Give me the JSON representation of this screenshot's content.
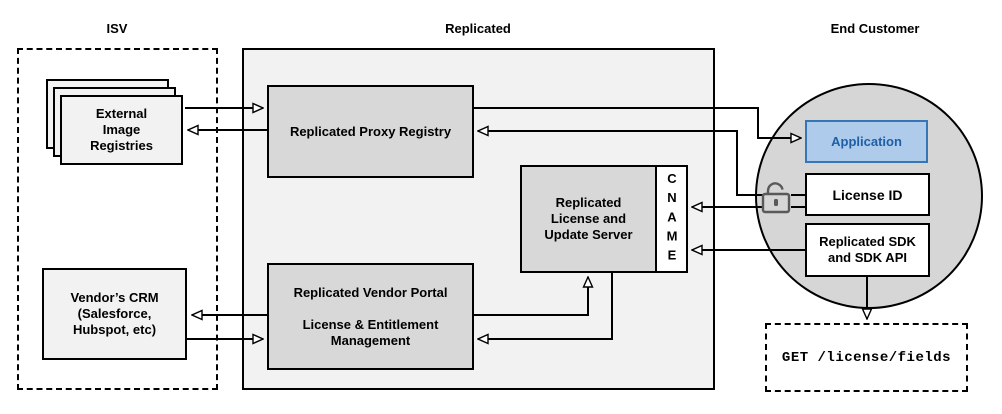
{
  "diagram": {
    "sections": {
      "isv": {
        "label": "ISV"
      },
      "replicated": {
        "label": "Replicated"
      },
      "end_customer": {
        "label": "End Customer"
      }
    },
    "nodes": {
      "external_registries": {
        "label": "External\nImage\nRegistries"
      },
      "vendors_crm": {
        "label": "Vendor’s CRM\n(Salesforce,\nHubspot, etc)"
      },
      "proxy_registry": {
        "label": "Replicated Proxy Registry"
      },
      "vendor_portal": {
        "label": "Replicated Vendor Portal\n\nLicense & Entitlement\nManagement"
      },
      "update_server": {
        "label": "Replicated\nLicense and\nUpdate Server"
      },
      "cname": {
        "label": "CNAME"
      },
      "application": {
        "label": "Application"
      },
      "license_id": {
        "label": "License ID"
      },
      "sdk": {
        "label": "Replicated SDK\nand SDK API"
      },
      "get_endpoint": {
        "label": "GET /license/fields"
      }
    },
    "icons": {
      "unlocked_padlock": "unlocked-padlock-icon"
    },
    "colors": {
      "page_background": "#ffffff",
      "replicated_container_fill": "#f2f2f2",
      "gray_node_fill": "#d8d8d8",
      "light_node_fill": "#f2f2f2",
      "circle_fill": "#d6d6d6",
      "stroke": "#000000",
      "application_fill": "#aecbeb",
      "application_border": "#3676b5",
      "application_text": "#1e5fa6",
      "padlock_stroke": "#595959"
    }
  }
}
